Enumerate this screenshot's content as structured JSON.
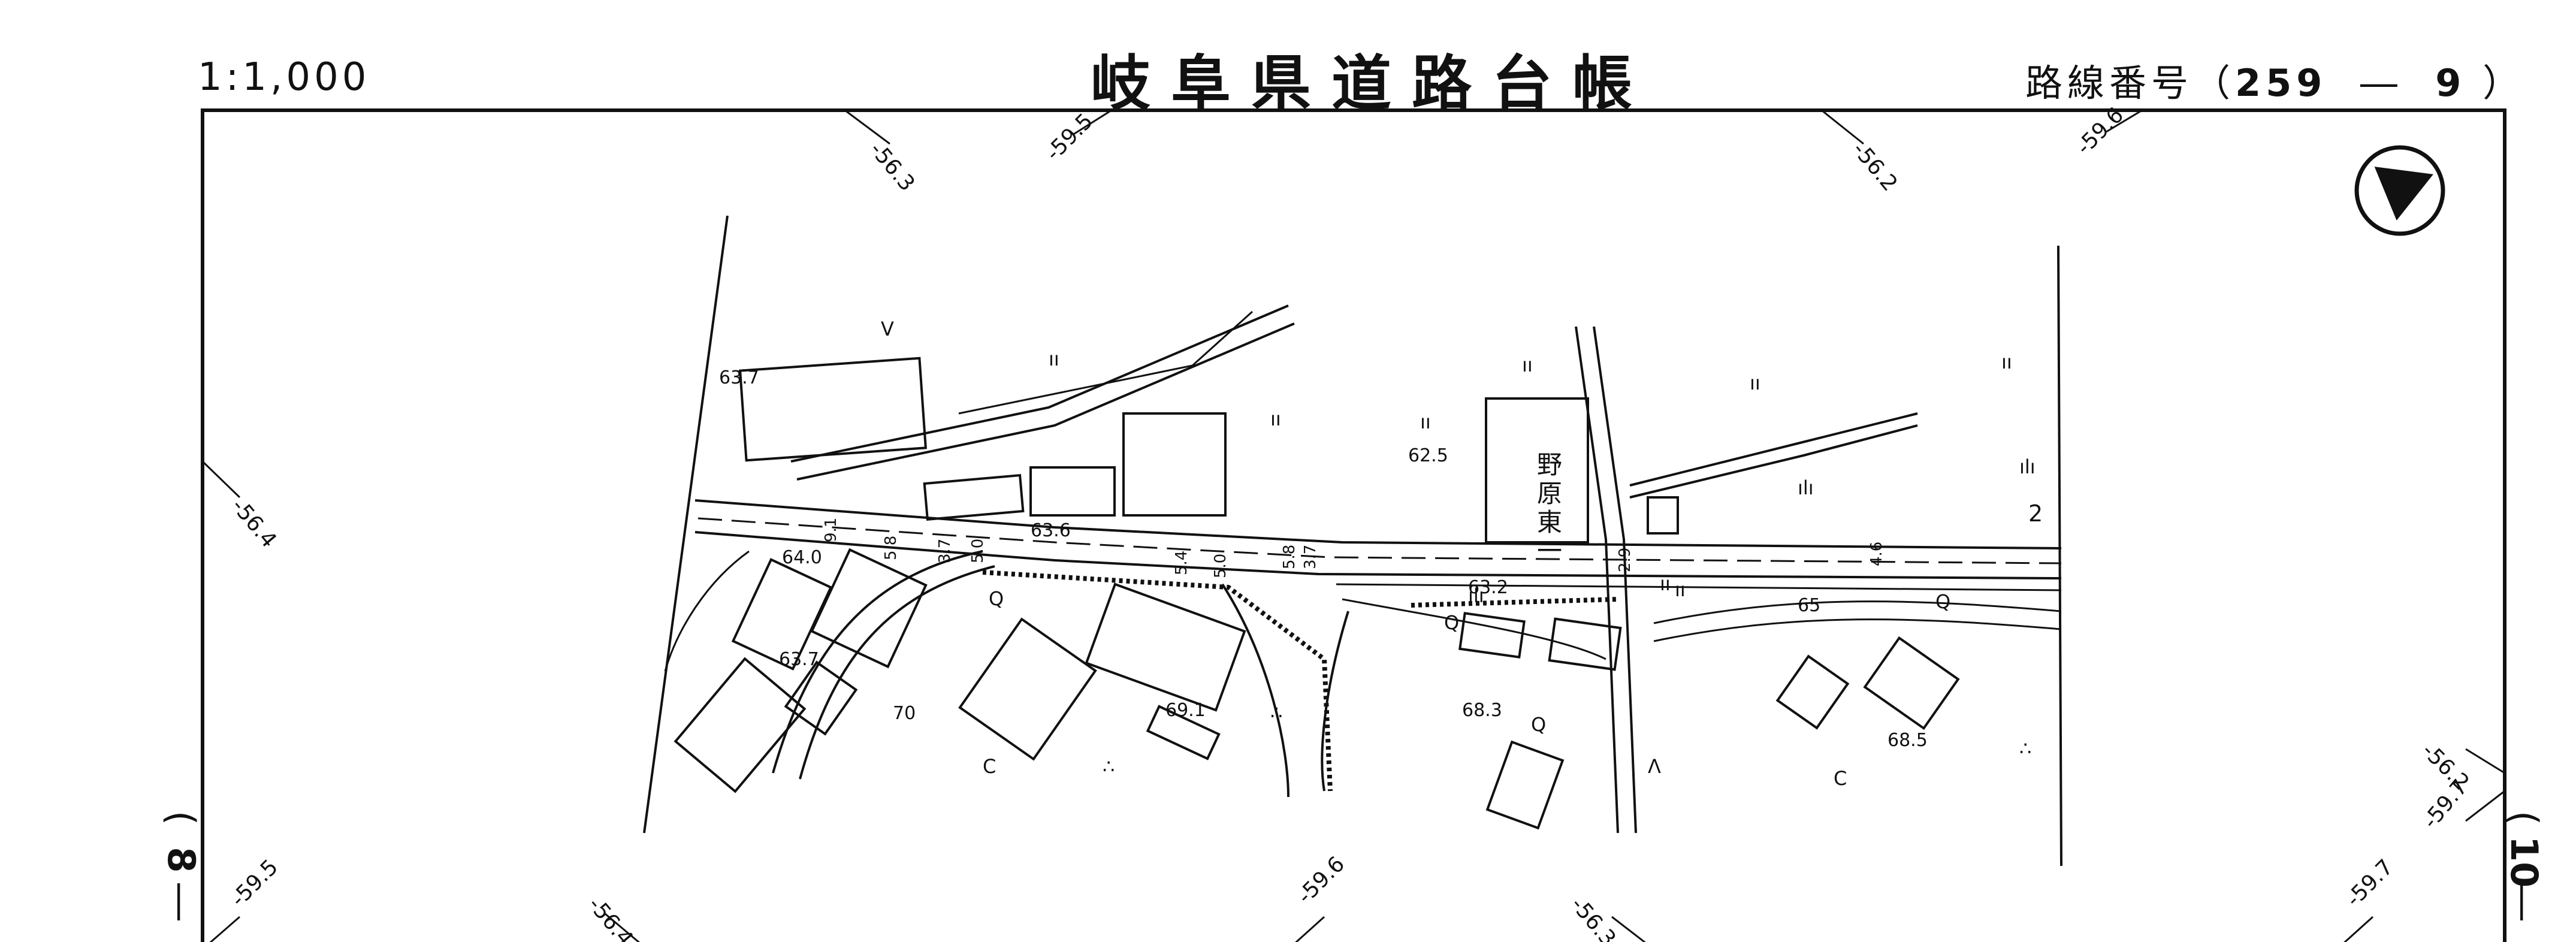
{
  "header": {
    "scale": "1:1,000",
    "title": "岐阜県道路台帳",
    "route_prefix": "路線番号（",
    "route_number": "259",
    "route_dash": "―",
    "route_section": "9",
    "route_suffix": "）"
  },
  "adjacent_sheets": {
    "left": "8",
    "right": "10"
  },
  "map": {
    "place_name": "野原東一",
    "north_arrow": "north-arrow-icon",
    "grid_labels": [
      "-56.3",
      "-59.5",
      "-56.2",
      "-59.6",
      "-56.4",
      "-56.2",
      "-59.7",
      "-59.5",
      "-56.4",
      "-59.6",
      "-56.3",
      "-59.7"
    ],
    "elevations": [
      "63.7",
      "63.6",
      "64.0",
      "63.7",
      "62.5",
      "63.2",
      "65",
      "69.1",
      "70",
      "68.3",
      "68.5"
    ],
    "road_widths": [
      "9.1",
      "5.8",
      "3.7",
      "5.0",
      "5.4",
      "5.0",
      "5.8",
      "3.7",
      "2.9",
      "4.6"
    ],
    "block_number": "2",
    "land_symbols": [
      "ıı",
      "ıı",
      "ıı",
      "ıı",
      "ıı",
      "ıı",
      "ıı",
      "ıı",
      "ılı",
      "ılı",
      "ılı",
      "V",
      "Λ",
      "C",
      "C",
      "Q",
      "Q",
      "Q",
      "Q",
      "∴",
      "∴",
      "∴"
    ]
  },
  "colors": {
    "ink": "#111111",
    "background": "#ffffff"
  }
}
